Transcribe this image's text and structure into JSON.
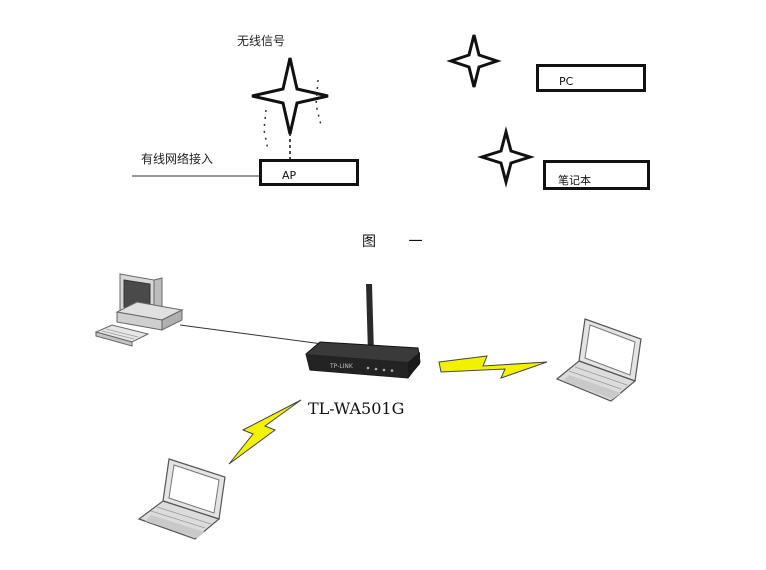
{
  "figure1": {
    "wireless_signal_label": "无线信号",
    "wired_access_label": "有线网络接入",
    "ap_label": "AP",
    "pc_label": "PC",
    "notebook_label": "笔记本",
    "caption": "图 一"
  },
  "figure2": {
    "router_model": "TL-WA501G",
    "router_face_text": "TP-LINK"
  },
  "colors": {
    "lightning": "#f2f200",
    "lightning_outline": "#222222",
    "router_body": "#2b2b2b"
  }
}
